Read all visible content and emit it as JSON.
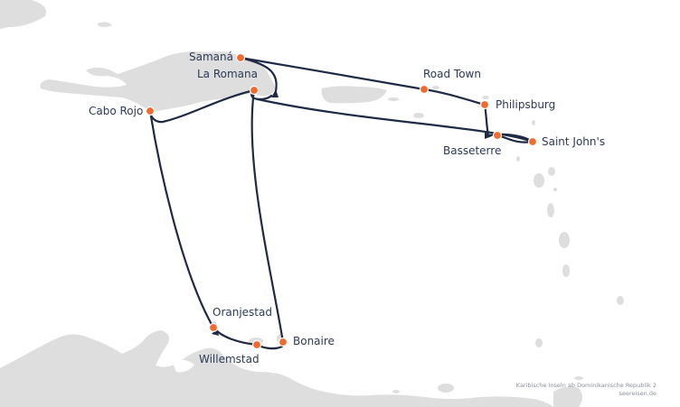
{
  "map": {
    "ports": [
      {
        "id": "samana",
        "label": "Samaná"
      },
      {
        "id": "la-romana",
        "label": "La Romana"
      },
      {
        "id": "cabo-rojo",
        "label": "Cabo Rojo"
      },
      {
        "id": "road-town",
        "label": "Road Town"
      },
      {
        "id": "philipsburg",
        "label": "Philipsburg"
      },
      {
        "id": "basseterre",
        "label": "Basseterre"
      },
      {
        "id": "saint-johns",
        "label": "Saint John's"
      },
      {
        "id": "oranjestad",
        "label": "Oranjestad"
      },
      {
        "id": "willemstad",
        "label": "Willemstad"
      },
      {
        "id": "bonaire",
        "label": "Bonaire"
      }
    ],
    "colors": {
      "route": "#1f2a44",
      "port": "#f26a2e",
      "land": "#dedede",
      "label": "#2b3a55"
    }
  },
  "credit": {
    "line1": "Karibische Inseln ab Dominikanische Republik 2",
    "line2": "seereisen.de"
  }
}
